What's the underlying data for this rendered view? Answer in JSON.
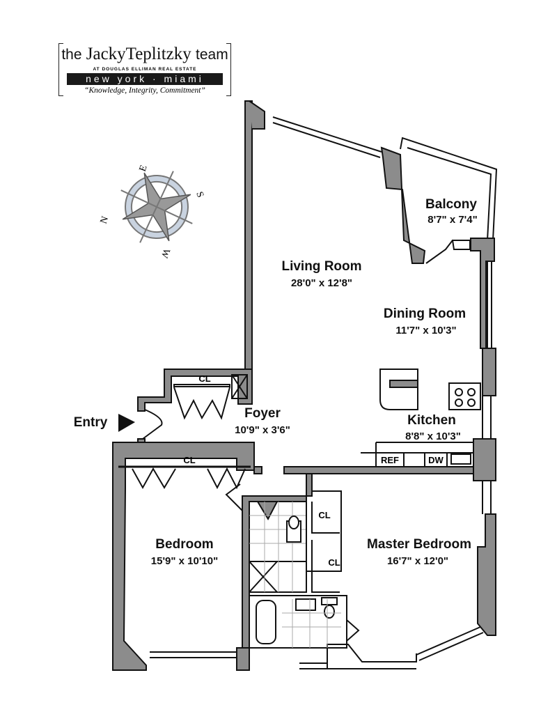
{
  "logo": {
    "prefix": "the",
    "name": "JackyTeplitzky",
    "suffix": "team",
    "affiliation": "AT DOUGLAS ELLIMAN REAL ESTATE",
    "cities": "new york · miami",
    "tagline": "“Knowledge, Integrity, Commitment”"
  },
  "compass": {
    "n": "N",
    "e": "E",
    "s": "S",
    "w": "W"
  },
  "rooms": [
    {
      "name": "Living Room",
      "dims": "28'0\" x 12'8\""
    },
    {
      "name": "Balcony",
      "dims": "8'7\" x 7'4\""
    },
    {
      "name": "Dining Room",
      "dims": "11'7\" x 10'3\""
    },
    {
      "name": "Kitchen",
      "dims": "8'8\" x 10'3\""
    },
    {
      "name": "Foyer",
      "dims": "10'9\" x 3'6\""
    },
    {
      "name": "Bedroom",
      "dims": "15'9\" x 10'10\""
    },
    {
      "name": "Master Bedroom",
      "dims": "16'7\" x 12'0\""
    }
  ],
  "labels": {
    "entry": "Entry",
    "closet": "CL",
    "ref": "REF",
    "dw": "DW"
  },
  "colors": {
    "wall": "#8c8c8c",
    "outline": "#111111",
    "compass_ring": "#c9d3e0"
  }
}
